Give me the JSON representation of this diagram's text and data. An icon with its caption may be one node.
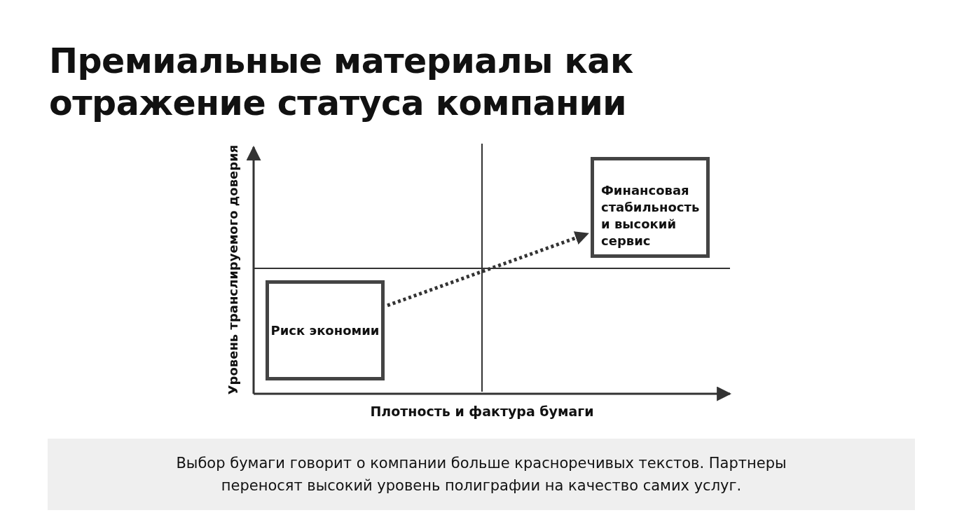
{
  "diagram": {
    "title": "Премиальные материалы как отражение статуса компании",
    "caption": "Выбор бумаги говорит о компании больше красноречивых текстов. Партнеры переносят высокий уровень полиграфии на качество самих услуг.",
    "nodes": [
      {
        "text": [
          "Финансовая стабильность и высокий сервис"
        ]
      },
      {
        "text": [
          "Риск экономии"
        ]
      }
    ],
    "edges": [
      {
        "from": 1,
        "to": 0,
        "arrow": "to",
        "style": "dashed"
      }
    ],
    "labels": [
      "Уровень транслируемого доверия",
      "Плотность и фактура бумаги"
    ]
  }
}
